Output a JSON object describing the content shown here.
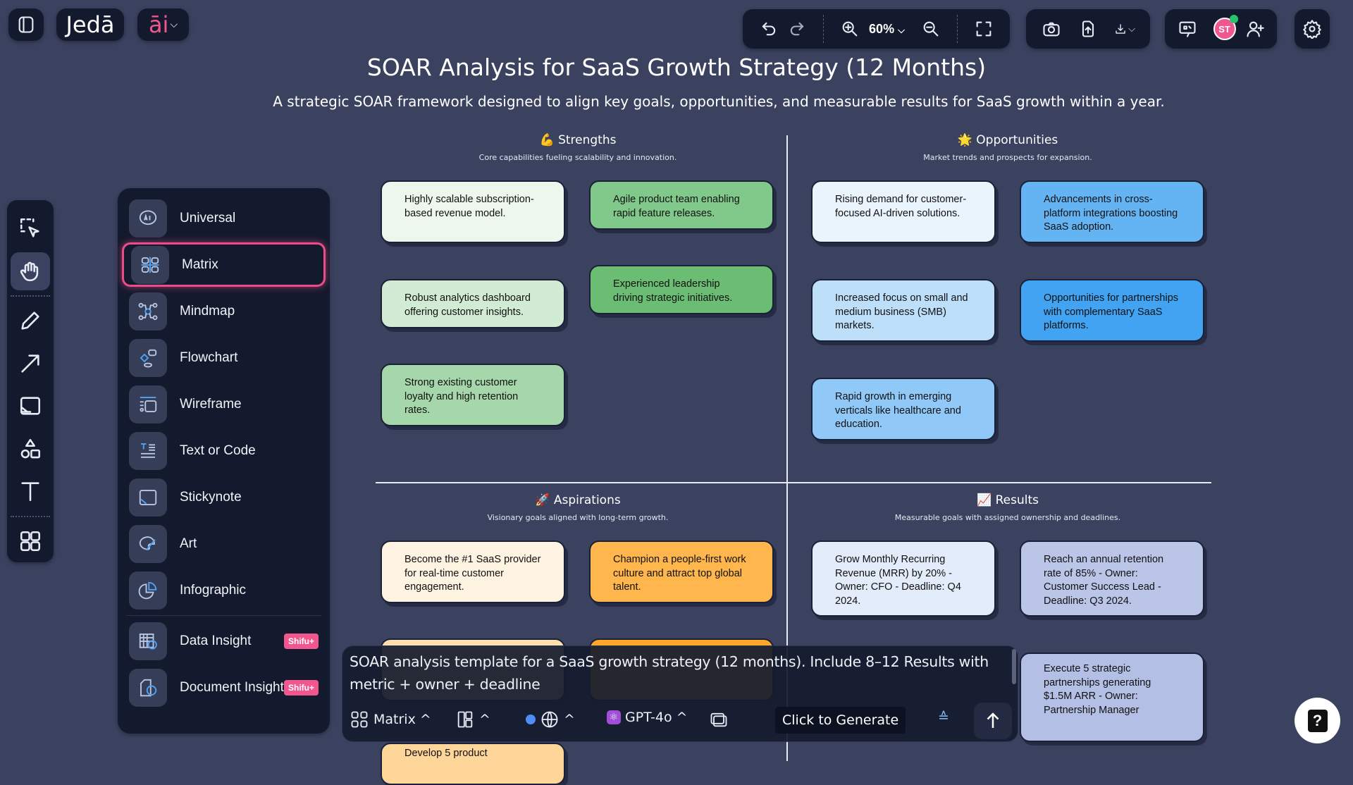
{
  "topbar": {
    "logo_text": "Jedā",
    "ai_label": "āi",
    "zoom_level": "60%"
  },
  "user": {
    "initials": "ST",
    "avatar_color": "#f0578f",
    "status_color": "#27c46b"
  },
  "canvas": {
    "title": "SOAR Analysis for SaaS Growth Strategy (12 Months)",
    "subtitle": "A strategic SOAR framework designed to align key goals, opportunities, and measurable results for SaaS growth within a year.",
    "quadrants": {
      "strengths": {
        "icon": "💪",
        "heading": "Strengths",
        "description": "Core capabilities fueling scalability and innovation.",
        "cards": [
          {
            "text": "Highly scalable subscription-based revenue model.",
            "color": "#eef7ee"
          },
          {
            "text": "Agile product team enabling rapid feature releases.",
            "color": "#80c98a"
          },
          {
            "text": "Robust analytics dashboard offering customer insights.",
            "color": "#d2ebd4"
          },
          {
            "text": "Experienced leadership driving strategic initiatives.",
            "color": "#6abd73"
          },
          {
            "text": "Strong existing customer loyalty and high retention rates.",
            "color": "#a6d7ab"
          }
        ]
      },
      "opportunities": {
        "icon": "🌟",
        "heading": "Opportunities",
        "description": "Market trends and prospects for expansion.",
        "cards": [
          {
            "text": "Rising demand for customer-focused AI-driven solutions.",
            "color": "#eaf4fd"
          },
          {
            "text": "Advancements in cross-platform integrations boosting SaaS adoption.",
            "color": "#64b4f4"
          },
          {
            "text": "Increased focus on small and medium business (SMB) markets.",
            "color": "#bedffa"
          },
          {
            "text": "Opportunities for partnerships with complementary SaaS platforms.",
            "color": "#42a3f2"
          },
          {
            "text": "Rapid growth in emerging verticals like healthcare and education.",
            "color": "#90c9f8"
          }
        ]
      },
      "aspirations": {
        "icon": "🚀",
        "heading": "Aspirations",
        "description": "Visionary goals aligned with long-term growth.",
        "cards": [
          {
            "text": "Become the #1 SaaS provider for real-time customer engagement.",
            "color": "#fff3e2"
          },
          {
            "text": "Champion a people-first work culture and attract top global talent.",
            "color": "#ffb64c"
          },
          {
            "text": "",
            "color": "#ffdfae"
          },
          {
            "text": "",
            "color": "#ffa72a"
          },
          {
            "text": "Develop 5 product",
            "color": "#ffd69a"
          }
        ]
      },
      "results": {
        "icon": "📈",
        "heading": "Results",
        "description": "Measurable goals with assigned ownership and deadlines.",
        "cards": [
          {
            "text": "Grow Monthly Recurring Revenue (MRR) by 20% - Owner: CFO - Deadline: Q4 2024.",
            "color": "#e3ecfa"
          },
          {
            "text": "Reach an annual retention rate of 85% - Owner: Customer Success Lead - Deadline: Q3 2024.",
            "color": "#bac5e8"
          },
          {
            "text": "Execute 5 strategic partnerships generating $1.5M ARR - Owner: Partnership Manager",
            "color": "#b3bfe4"
          }
        ]
      }
    }
  },
  "template_panel": {
    "items": [
      {
        "label": "Universal",
        "icon": "ai-chat-icon"
      },
      {
        "label": "Matrix",
        "icon": "matrix-icon",
        "selected": true
      },
      {
        "label": "Mindmap",
        "icon": "mindmap-icon"
      },
      {
        "label": "Flowchart",
        "icon": "flowchart-icon"
      },
      {
        "label": "Wireframe",
        "icon": "wireframe-icon"
      },
      {
        "label": "Text or Code",
        "icon": "text-code-icon"
      },
      {
        "label": "Stickynote",
        "icon": "stickynote-icon"
      },
      {
        "label": "Art",
        "icon": "palette-icon"
      },
      {
        "label": "Infographic",
        "icon": "pie-chart-icon"
      }
    ],
    "insights": [
      {
        "label": "Data Insight",
        "badge": "Shifu+",
        "icon": "data-insight-icon"
      },
      {
        "label": "Document Insight",
        "badge": "Shifu+",
        "icon": "document-insight-icon"
      }
    ]
  },
  "prompt": {
    "text": "SOAR analysis template for a SaaS growth strategy (12 months). Include 8–12 Results with metric + owner + deadline",
    "mode_label": "Matrix",
    "model_label": "GPT-4o",
    "generate_tooltip": "Click to Generate"
  },
  "help": {
    "label": "?"
  }
}
